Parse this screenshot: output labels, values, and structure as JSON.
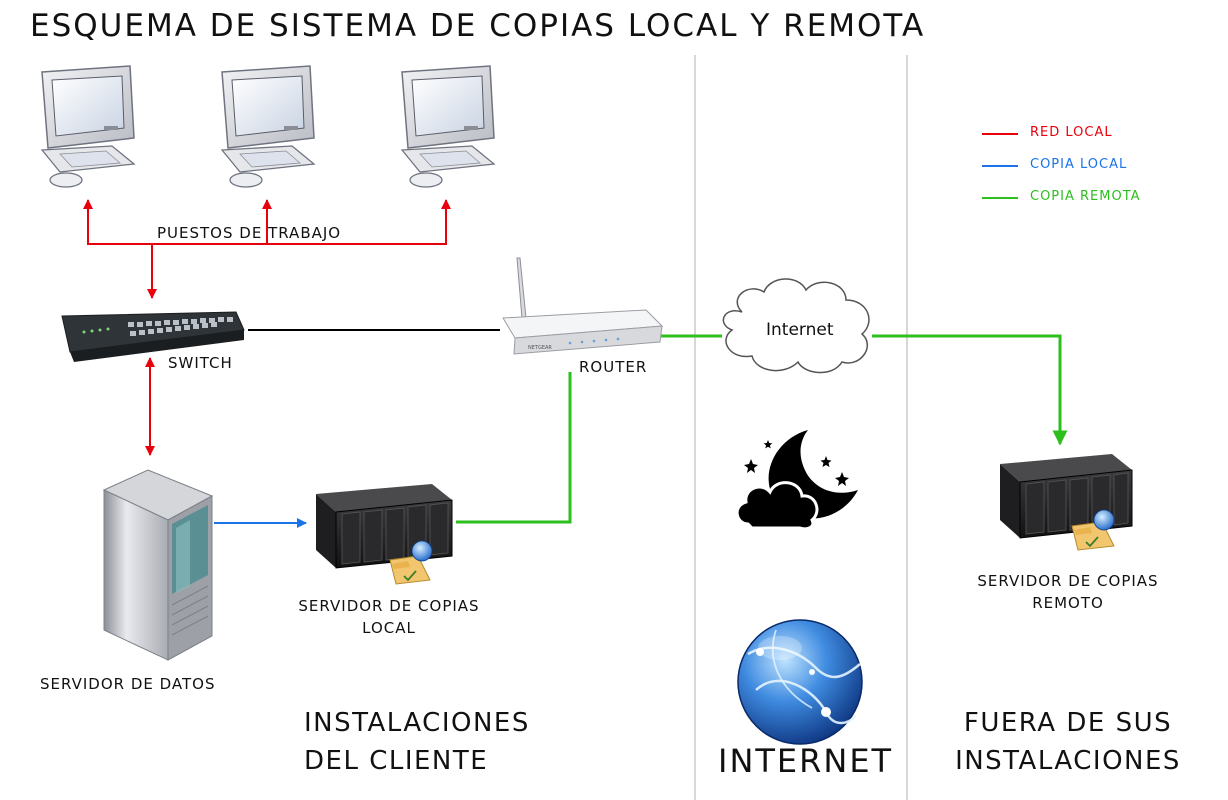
{
  "title": "ESQUEMA DE SISTEMA DE COPIAS LOCAL Y REMOTA",
  "legend": [
    {
      "label": "RED LOCAL",
      "color": "#e8000b"
    },
    {
      "label": "COPIA LOCAL",
      "color": "#1a73e8"
    },
    {
      "label": "COPIA REMOTA",
      "color": "#2dbf1e"
    }
  ],
  "labels": {
    "workstations": "PUESTOS DE TRABAJO",
    "switch": "SWITCH",
    "router": "ROUTER",
    "cloud": "Internet",
    "data_server": "SERVIDOR DE DATOS",
    "local_backup_line1": "SERVIDOR DE COPIAS",
    "local_backup_line2": "LOCAL",
    "remote_backup_line1": "SERVIDOR DE COPIAS",
    "remote_backup_line2": "REMOTO",
    "router_brand": "NETGEAR"
  },
  "zones": {
    "client_line1": "INSTALACIONES",
    "client_line2": "DEL CLIENTE",
    "internet": "INTERNET",
    "offsite_line1": "FUERA DE SUS",
    "offsite_line2": "INSTALACIONES"
  },
  "colors": {
    "red": "#e8000b",
    "blue": "#1a73e8",
    "green": "#2dbf1e",
    "divider": "#cccccc"
  }
}
